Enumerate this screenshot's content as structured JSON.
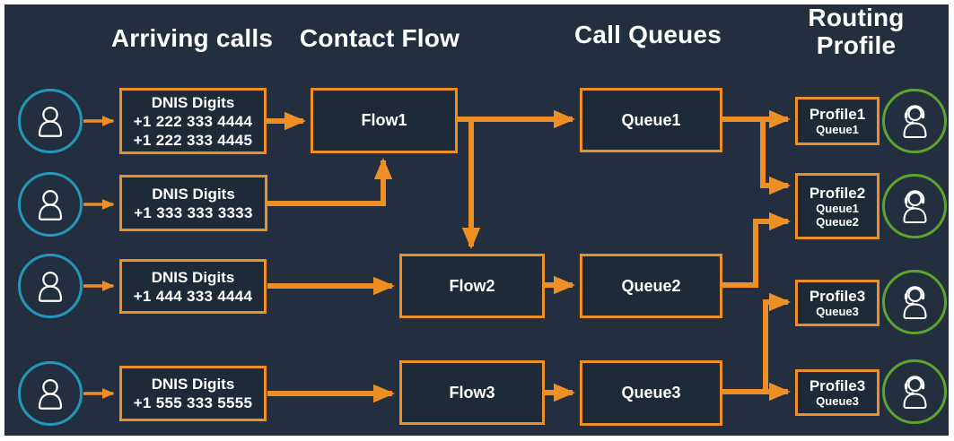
{
  "colors": {
    "background": "#232F3E",
    "box_fill": "#1F2A38",
    "accent_orange": "#EE8F26",
    "caller_teal": "#2496BC",
    "agent_green": "#5AA42F",
    "text": "#FFFFFF"
  },
  "headers": {
    "arriving_calls": "Arriving calls",
    "contact_flow": "Contact Flow",
    "call_queues": "Call Queues",
    "routing_profile": "Routing\nProfile"
  },
  "dnis_boxes": [
    {
      "title": "DNIS Digits",
      "numbers": [
        "+1 222 333 4444",
        "+1 222 333 4445"
      ]
    },
    {
      "title": "DNIS Digits",
      "numbers": [
        "+1 333 333 3333"
      ]
    },
    {
      "title": "DNIS Digits",
      "numbers": [
        "+1 444 333 4444"
      ]
    },
    {
      "title": "DNIS Digits",
      "numbers": [
        "+1 555 333 5555"
      ]
    }
  ],
  "flows": [
    {
      "label": "Flow1"
    },
    {
      "label": "Flow2"
    },
    {
      "label": "Flow3"
    }
  ],
  "queues": [
    {
      "label": "Queue1"
    },
    {
      "label": "Queue2"
    },
    {
      "label": "Queue3"
    }
  ],
  "profiles": [
    {
      "name": "Profile1",
      "queues": [
        "Queue1"
      ]
    },
    {
      "name": "Profile2",
      "queues": [
        "Queue1",
        "Queue2"
      ]
    },
    {
      "name": "Profile3",
      "queues": [
        "Queue3"
      ]
    },
    {
      "name": "Profile3",
      "queues": [
        "Queue3"
      ]
    }
  ],
  "icons": {
    "caller": "person-icon",
    "agent": "agent-headset-icon"
  }
}
